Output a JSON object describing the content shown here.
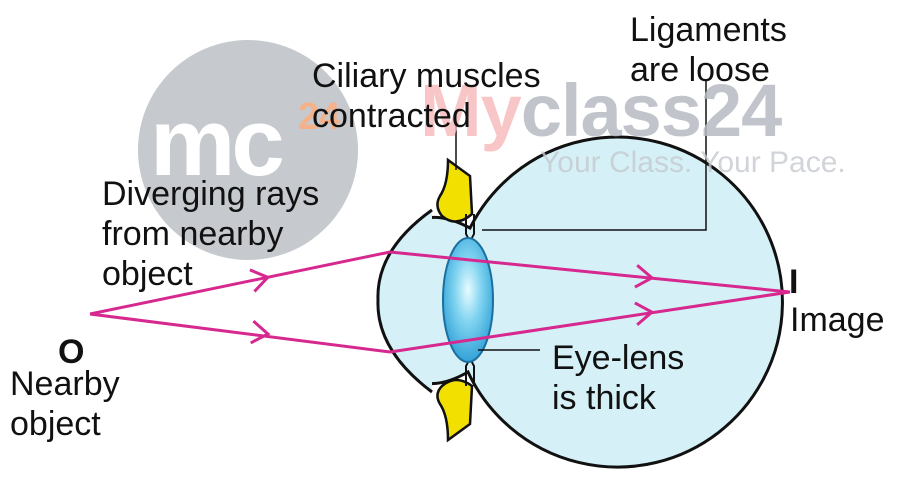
{
  "labels": {
    "ligaments": [
      "Ligaments",
      "are loose"
    ],
    "ciliary": [
      "Ciliary muscles",
      "contracted"
    ],
    "diverging": [
      "Diverging rays",
      "from nearby",
      "object"
    ],
    "object_symbol": "O",
    "object_label": [
      "Nearby",
      "object"
    ],
    "image_symbol": "I",
    "image_label": "Image",
    "lens": [
      "Eye-lens",
      "is thick"
    ]
  },
  "watermark": {
    "mc": "mc",
    "superscript": "24",
    "brand_my": "My",
    "brand_class": "class24",
    "tagline": "Your Class. Your Pace."
  },
  "colors": {
    "ray": "#d6288e",
    "eyeball_fill": "#d5f1f7",
    "eyeball_stroke": "#111111",
    "lens": "#46b5e3",
    "ciliary_muscle": "#f2e000",
    "watermark_circle": "#bcbfc4"
  }
}
